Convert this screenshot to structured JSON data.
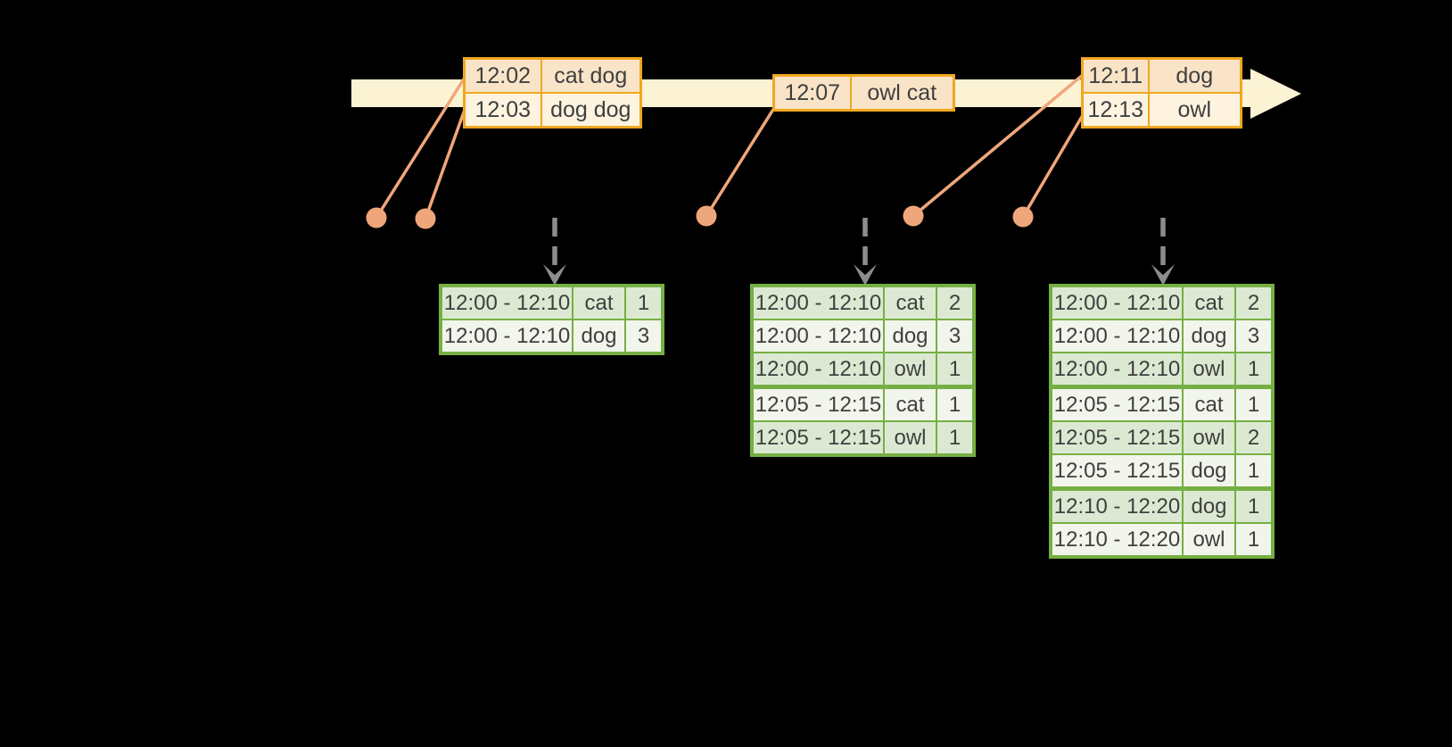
{
  "colors": {
    "background": "#000000",
    "timeline_bar": "#FCF3D4",
    "event_table_border": "#F0A71F",
    "event_row_dark": "#FAE4C8",
    "event_row_light": "#FDF3DF",
    "connector": "#F0A67B",
    "trigger_arrow": "#8C8C8C",
    "result_table_border": "#76AF43",
    "result_row_tint": "#DCE9D2",
    "result_row_light": "#F1F5EC",
    "text": "#3F3F3F"
  },
  "event_tables": [
    {
      "rows": [
        {
          "time": "12:02",
          "words": "cat dog"
        },
        {
          "time": "12:03",
          "words": "dog dog"
        }
      ]
    },
    {
      "rows": [
        {
          "time": "12:07",
          "words": "owl cat"
        }
      ]
    },
    {
      "rows": [
        {
          "time": "12:11",
          "words": "dog"
        },
        {
          "time": "12:13",
          "words": "owl"
        }
      ]
    }
  ],
  "result_tables": [
    {
      "rows": [
        {
          "window": "12:00 - 12:10",
          "word": "cat",
          "count": "1"
        },
        {
          "window": "12:00 - 12:10",
          "word": "dog",
          "count": "3"
        }
      ]
    },
    {
      "rows": [
        {
          "window": "12:00 - 12:10",
          "word": "cat",
          "count": "2"
        },
        {
          "window": "12:00 - 12:10",
          "word": "dog",
          "count": "3"
        },
        {
          "window": "12:00 - 12:10",
          "word": "owl",
          "count": "1"
        },
        {
          "window": "12:05 - 12:15",
          "word": "cat",
          "count": "1"
        },
        {
          "window": "12:05 - 12:15",
          "word": "owl",
          "count": "1"
        }
      ]
    },
    {
      "rows": [
        {
          "window": "12:00 - 12:10",
          "word": "cat",
          "count": "2"
        },
        {
          "window": "12:00 - 12:10",
          "word": "dog",
          "count": "3"
        },
        {
          "window": "12:00 - 12:10",
          "word": "owl",
          "count": "1"
        },
        {
          "window": "12:05 - 12:15",
          "word": "cat",
          "count": "1"
        },
        {
          "window": "12:05 - 12:15",
          "word": "owl",
          "count": "2"
        },
        {
          "window": "12:05 - 12:15",
          "word": "dog",
          "count": "1"
        },
        {
          "window": "12:10 - 12:20",
          "word": "dog",
          "count": "1"
        },
        {
          "window": "12:10 - 12:20",
          "word": "owl",
          "count": "1"
        }
      ]
    }
  ]
}
